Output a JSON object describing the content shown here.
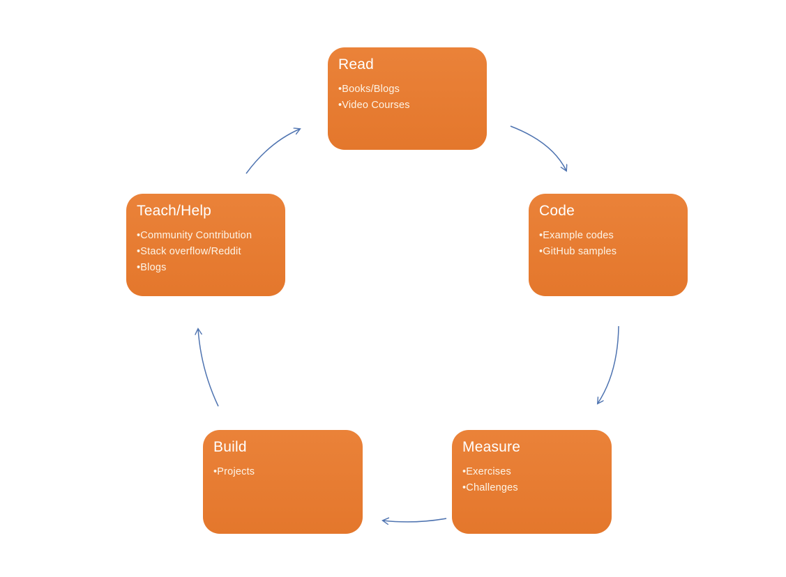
{
  "diagram": {
    "type": "cycle",
    "colors": {
      "node_fill": "#E8792F",
      "node_text": "#FFFFFF",
      "bullet_text": "#FDF4E7",
      "arrow": "#4E73B0",
      "background": "#FFFFFF"
    },
    "nodes": [
      {
        "id": "read",
        "title": "Read",
        "bullets": [
          "•Books/Blogs",
          "•Video Courses"
        ]
      },
      {
        "id": "code",
        "title": "Code",
        "bullets": [
          "•Example codes",
          "•GitHub samples"
        ]
      },
      {
        "id": "measure",
        "title": "Measure",
        "bullets": [
          "•Exercises",
          "•Challenges"
        ]
      },
      {
        "id": "build",
        "title": "Build",
        "bullets": [
          "•Projects"
        ]
      },
      {
        "id": "teach",
        "title": "Teach/Help",
        "bullets": [
          "•Community Contribution",
          "•Stack overflow/Reddit",
          "•Blogs"
        ]
      }
    ],
    "flow": [
      "Read",
      "Code",
      "Measure",
      "Build",
      "Teach/Help",
      "Read"
    ]
  }
}
